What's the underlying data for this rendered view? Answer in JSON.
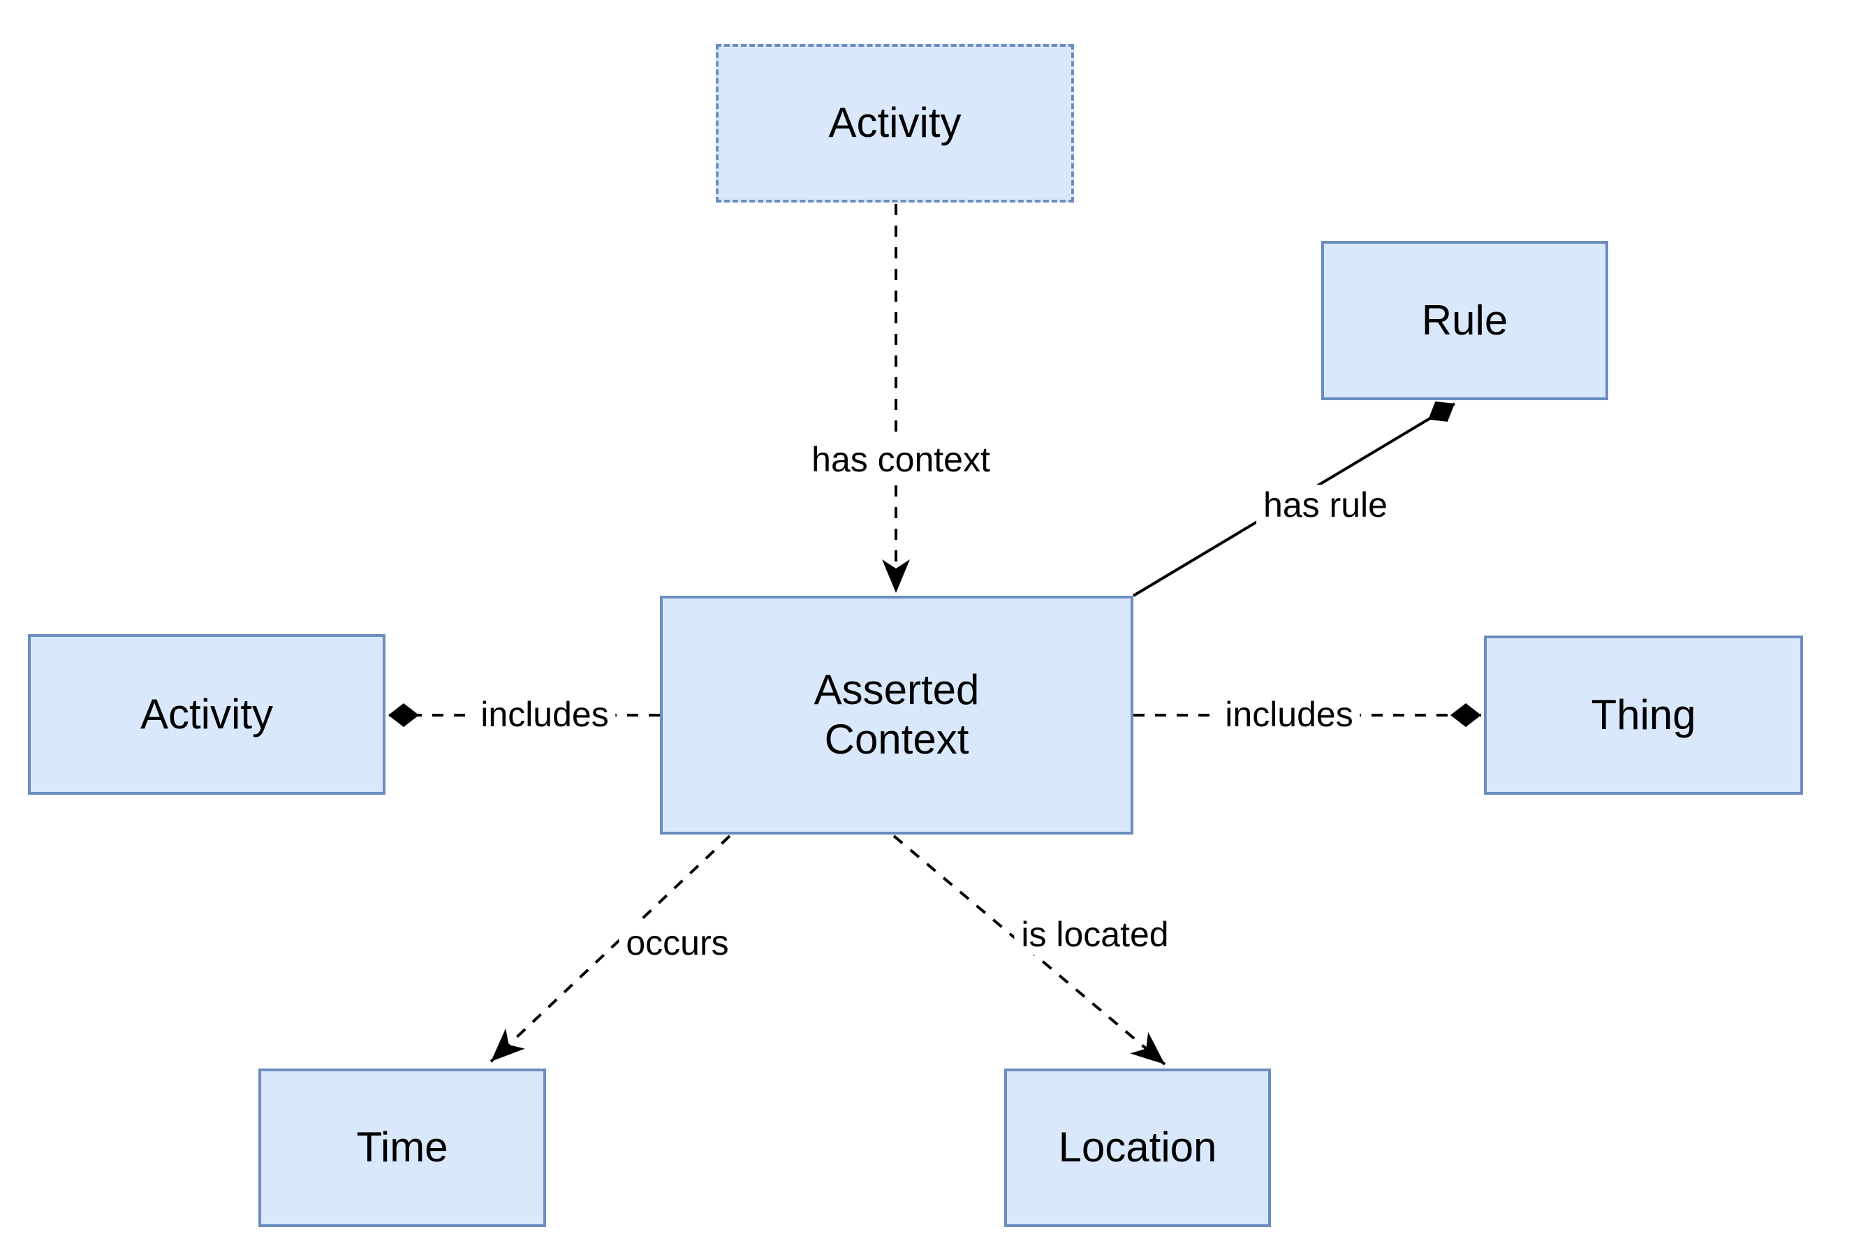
{
  "diagram": {
    "nodes": {
      "activity_top": {
        "label": "Activity",
        "border_style": "dashed"
      },
      "rule": {
        "label": "Rule",
        "border_style": "solid"
      },
      "activity_left": {
        "label": "Activity",
        "border_style": "solid"
      },
      "asserted_context": {
        "label_line1": "Asserted",
        "label_line2": "Context",
        "border_style": "solid"
      },
      "thing": {
        "label": "Thing",
        "border_style": "solid"
      },
      "time": {
        "label": "Time",
        "border_style": "solid"
      },
      "location": {
        "label": "Location",
        "border_style": "solid"
      }
    },
    "edges": {
      "has_context": {
        "label": "has context",
        "line_style": "dashed",
        "end": "arrow",
        "from": "activity_top",
        "to": "asserted_context"
      },
      "has_rule": {
        "label": "has rule",
        "line_style": "solid",
        "end": "diamond",
        "from": "asserted_context",
        "to": "rule"
      },
      "includes_left": {
        "label": "includes",
        "line_style": "dashed",
        "end": "diamond",
        "from": "asserted_context",
        "to": "activity_left"
      },
      "includes_right": {
        "label": "includes",
        "line_style": "dashed",
        "end": "diamond",
        "from": "asserted_context",
        "to": "thing"
      },
      "occurs": {
        "label": "occurs",
        "line_style": "dashed",
        "end": "arrow",
        "from": "asserted_context",
        "to": "time"
      },
      "is_located": {
        "label": "is located",
        "line_style": "dashed",
        "end": "arrow",
        "from": "asserted_context",
        "to": "location"
      }
    },
    "theme": {
      "node_fill": "#dae8fc",
      "node_stroke": "#6c8ebf",
      "edge_color": "#000000",
      "label_color": "#000000",
      "canvas_bg": "#ffffff"
    }
  }
}
